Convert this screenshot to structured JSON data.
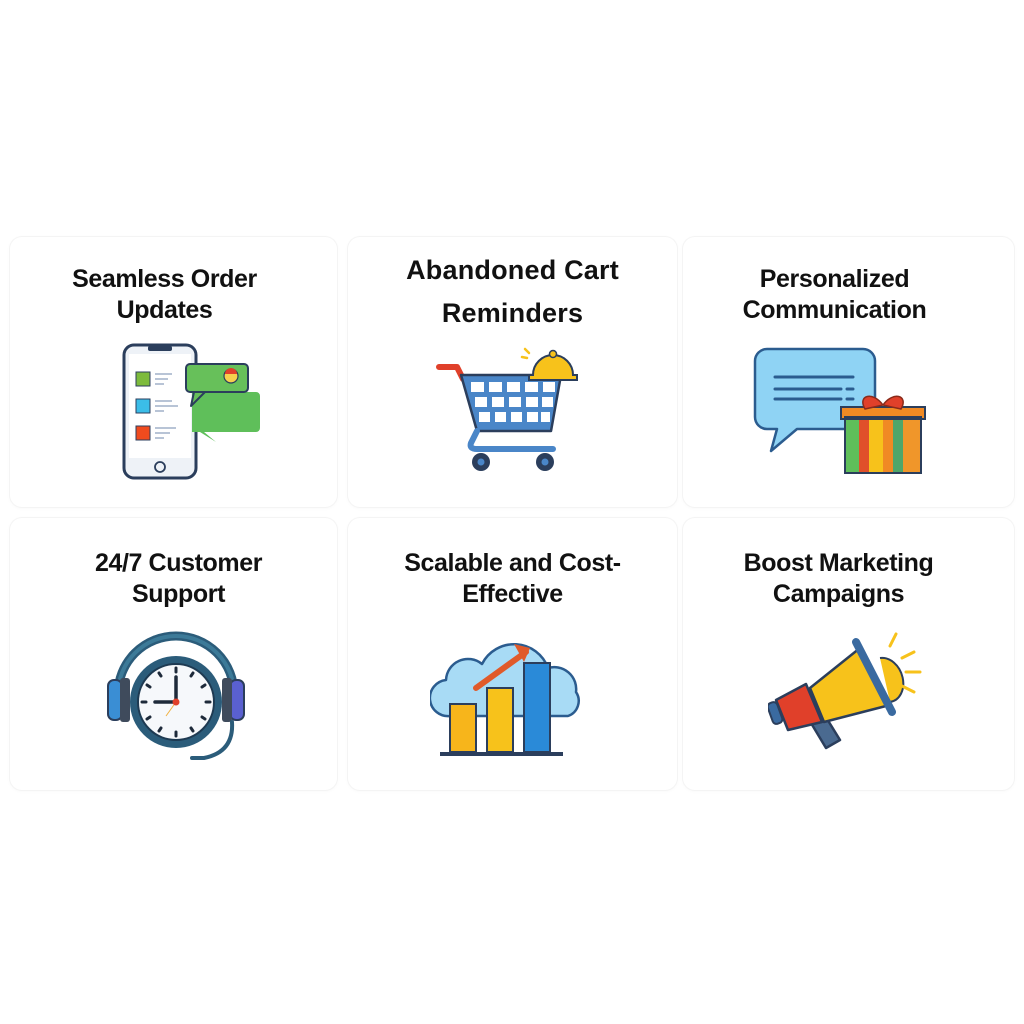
{
  "features": [
    {
      "title": "Seamless Order\nUpdates",
      "icon": "phone-chat-icon"
    },
    {
      "title": "Abandoned Cart\nReminders",
      "icon": "shopping-cart-bell-icon"
    },
    {
      "title": "Personalized\nCommunication",
      "icon": "chat-gift-icon"
    },
    {
      "title": "24/7 Customer\nSupport",
      "icon": "clock-headset-icon"
    },
    {
      "title": "Scalable and Cost-\nEffective",
      "icon": "cloud-growth-chart-icon"
    },
    {
      "title": "Boost Marketing\nCampaigns",
      "icon": "megaphone-icon"
    }
  ],
  "colors": {
    "outline": "#2b3e5c",
    "blue": "#3a7fc4",
    "light_blue": "#8fd3f4",
    "green": "#5fbf5a",
    "yellow": "#f7c21b",
    "orange": "#f08a24",
    "red": "#e0402a"
  }
}
